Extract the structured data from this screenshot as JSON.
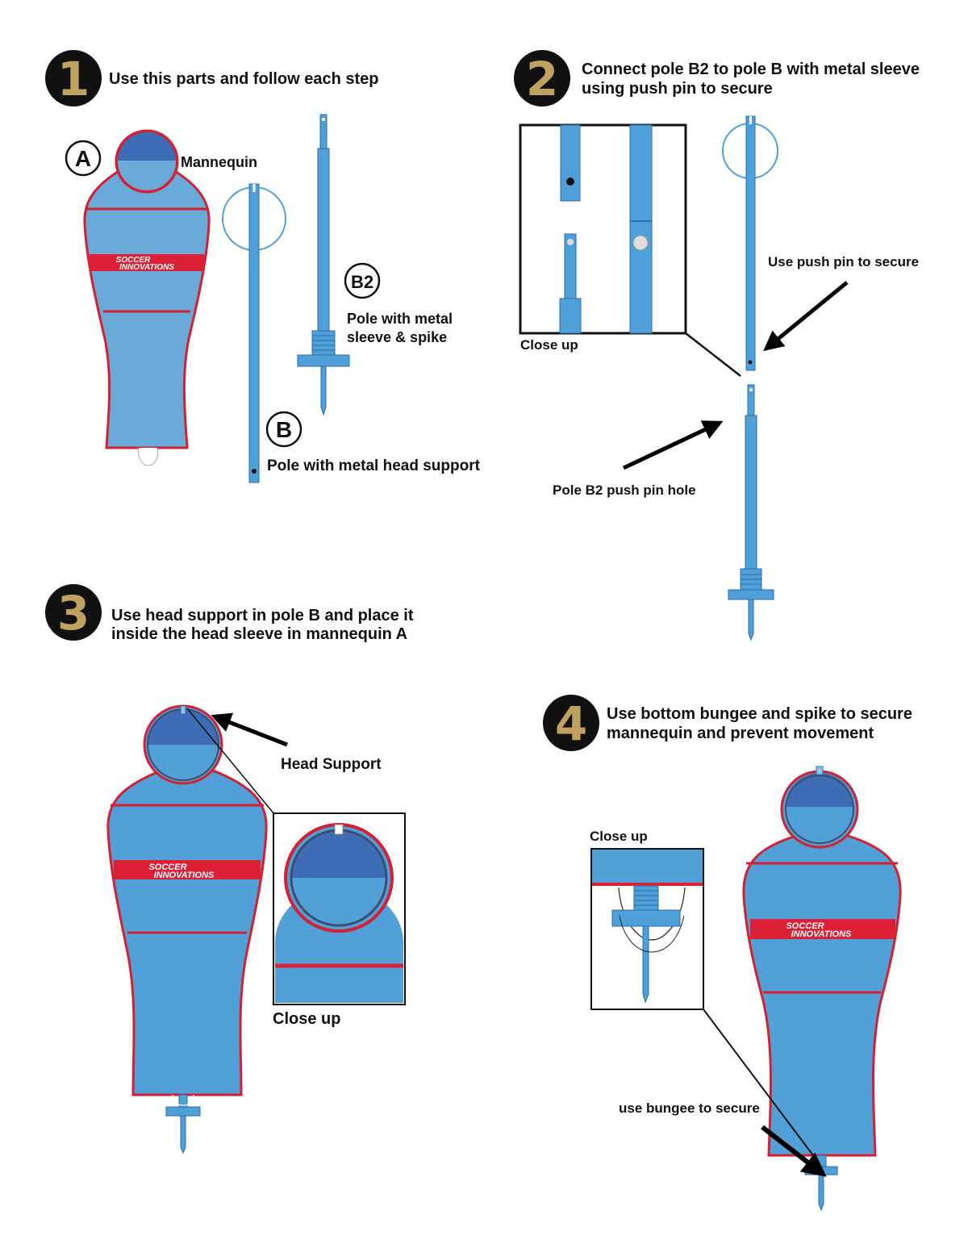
{
  "colors": {
    "body_light": "#6AAAD9",
    "body_mid": "#52A0D8",
    "head_dark": "#3E6DB5",
    "outline_red": "#D42030",
    "band_red": "#DC2035",
    "pole_blue": "#4F9FD8",
    "ring_blue": "#4F9FD8",
    "badge_bg": "#111111",
    "badge_number": "#BFA25F",
    "arrow": "#000000"
  },
  "logo": {
    "line1": "SOCCER",
    "line2": "INNOVATIONS"
  },
  "steps": [
    {
      "number": "1",
      "text_line1": "Use this parts and follow each step",
      "text_line2": ""
    },
    {
      "number": "2",
      "text_line1": "Connect pole B2 to pole B with metal sleeve",
      "text_line2": "using push pin to secure"
    },
    {
      "number": "3",
      "text_line1": "Use head support in pole B and place it",
      "text_line2": "inside the head sleeve in mannequin A"
    },
    {
      "number": "4",
      "text_line1": "Use bottom bungee and spike to secure",
      "text_line2": "mannequin and prevent movement"
    }
  ],
  "step1": {
    "part_a": {
      "letter": "A",
      "label": "Mannequin"
    },
    "part_b": {
      "letter": "B",
      "label": "Pole with metal head support"
    },
    "part_b2": {
      "letter": "B2",
      "label_line1": "Pole with metal",
      "label_line2": "sleeve & spike"
    }
  },
  "step2": {
    "closeup_label": "Close up",
    "push_pin_label": "Use push pin to secure",
    "hole_label": "Pole B2 push pin hole"
  },
  "step3": {
    "head_support_label": "Head Support",
    "closeup_label": "Close up"
  },
  "step4": {
    "closeup_label": "Close up",
    "bungee_label": "use bungee to secure"
  }
}
